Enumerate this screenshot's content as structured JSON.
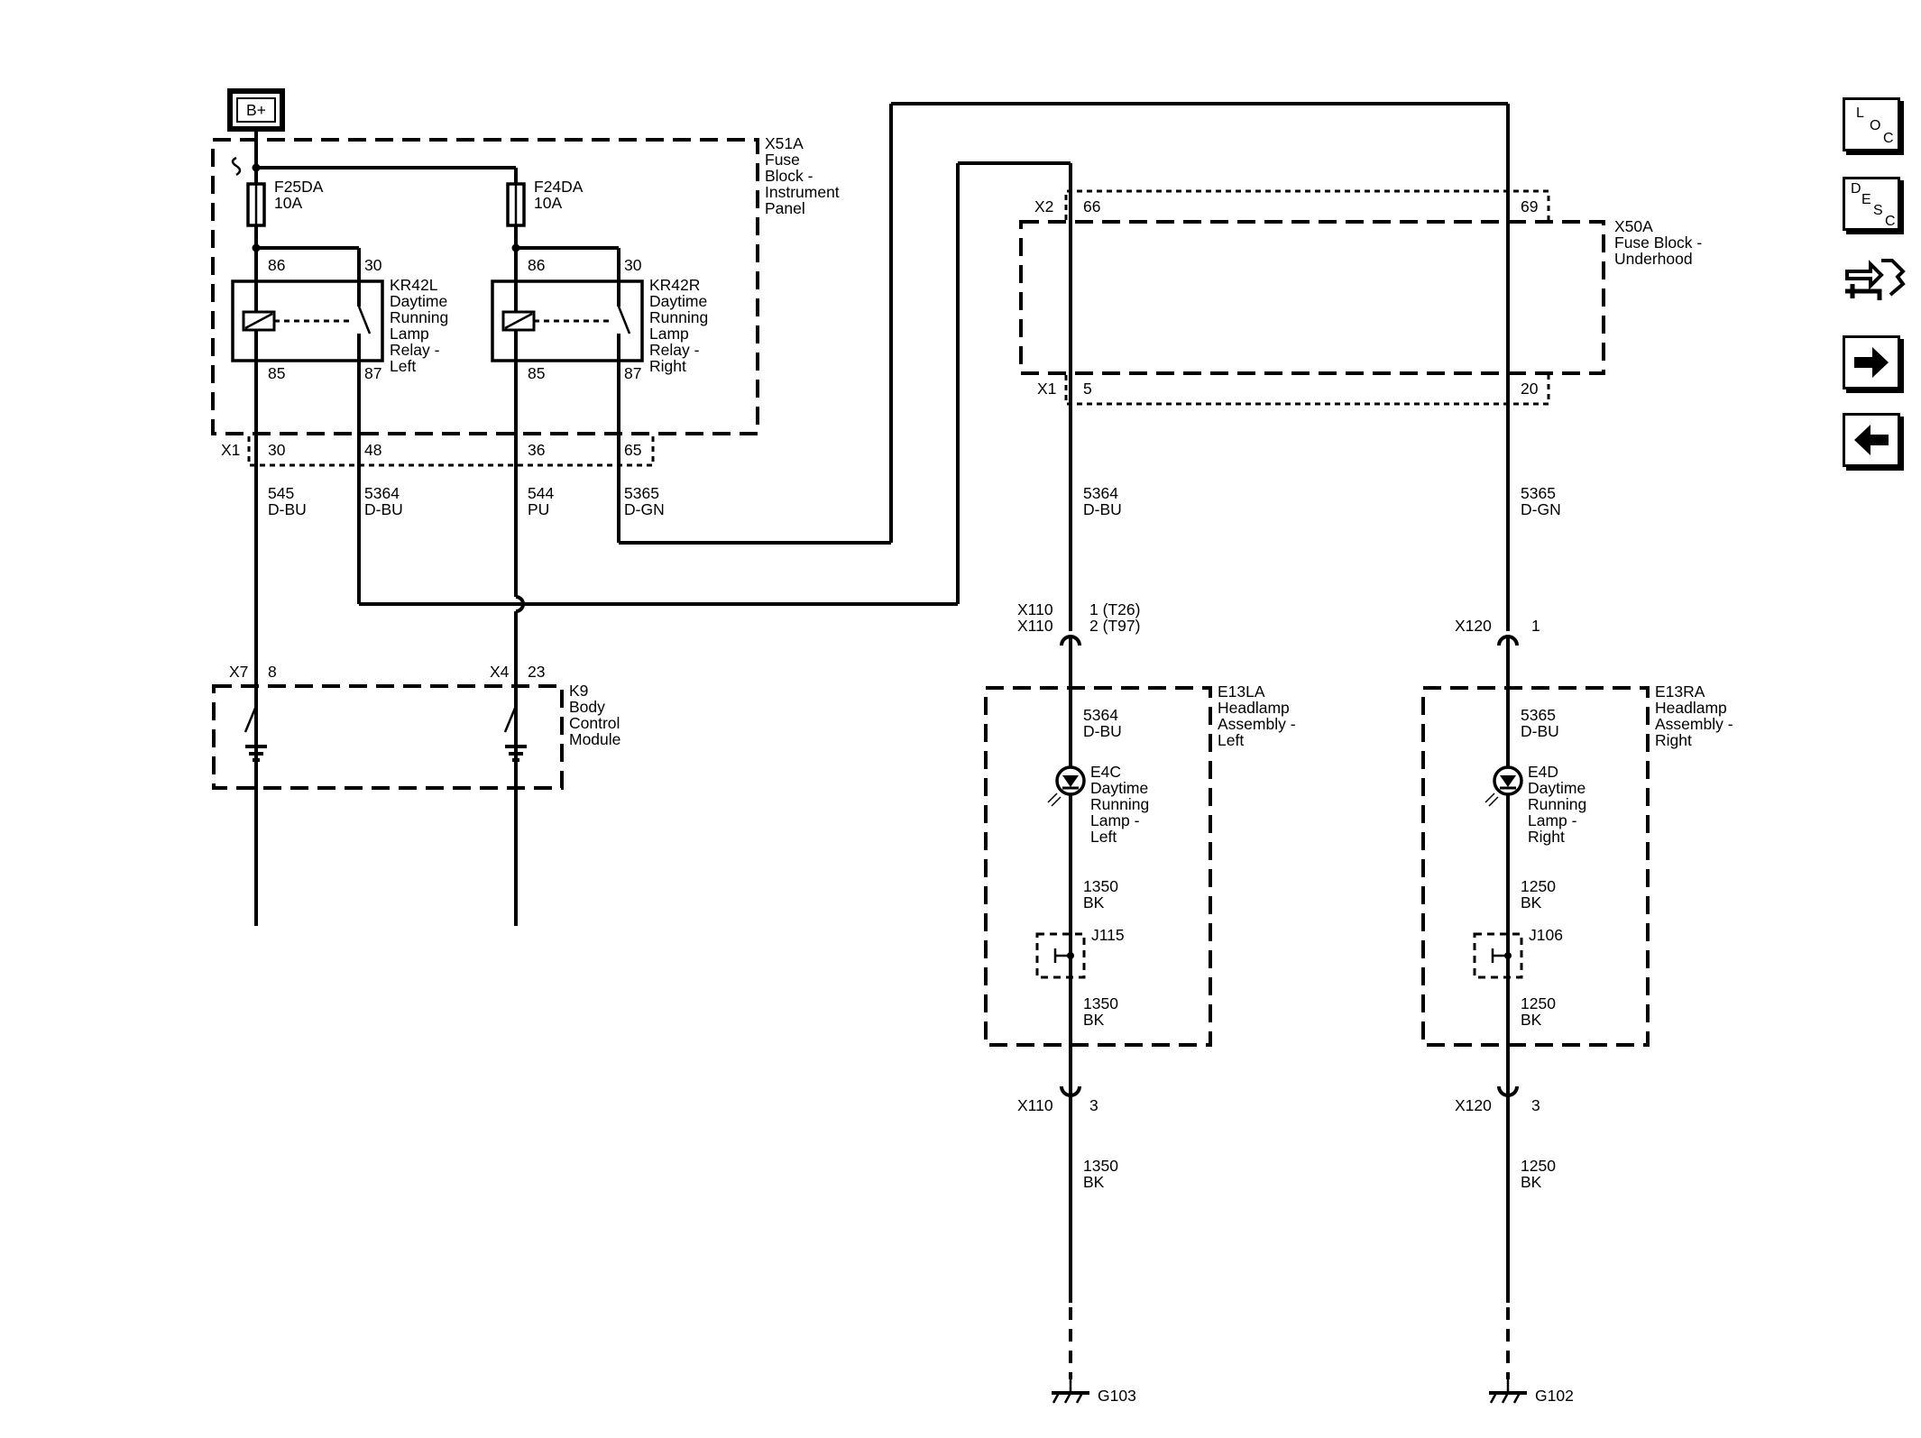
{
  "power": {
    "label": "B+"
  },
  "fuse_block_ip": {
    "id": "X51A",
    "line1": "Fuse",
    "line2": "Block -",
    "line3": "Instrument",
    "line4": "Panel"
  },
  "fuses": [
    {
      "id": "F25DA",
      "rating": "10A"
    },
    {
      "id": "F24DA",
      "rating": "10A"
    }
  ],
  "relay_left": {
    "id": "KR42L",
    "line1": "Daytime",
    "line2": "Running",
    "line3": "Lamp",
    "line4": "Relay -",
    "line5": "Left",
    "pin86": "86",
    "pin30": "30",
    "pin85": "85",
    "pin87": "87"
  },
  "relay_right": {
    "id": "KR42R",
    "line1": "Daytime",
    "line2": "Running",
    "line3": "Lamp",
    "line4": "Relay -",
    "line5": "Right",
    "pin86": "86",
    "pin30": "30",
    "pin85": "85",
    "pin87": "87"
  },
  "x1_ip": {
    "label": "X1",
    "pins": [
      "30",
      "48",
      "36",
      "65"
    ]
  },
  "wires_ip": [
    {
      "circuit": "545",
      "color": "D-BU"
    },
    {
      "circuit": "5364",
      "color": "D-BU"
    },
    {
      "circuit": "544",
      "color": "PU"
    },
    {
      "circuit": "5365",
      "color": "D-GN"
    }
  ],
  "bcm": {
    "id": "K9",
    "line1": "Body",
    "line2": "Control",
    "line3": "Module",
    "conn_left": "X7",
    "pin_left": "8",
    "conn_right": "X4",
    "pin_right": "23"
  },
  "fuse_block_uh": {
    "id": "X50A",
    "line1": "Fuse Block -",
    "line2": "Underhood",
    "x2_label": "X2",
    "x2_pin_left": "66",
    "x2_pin_right": "69",
    "x1_label": "X1",
    "x1_pin_left": "5",
    "x1_pin_right": "20"
  },
  "left_chain": {
    "wire_top": {
      "circuit": "5364",
      "color": "D-BU"
    },
    "conn_a": "X110",
    "conn_a_pin": "1 (T26)",
    "conn_b": "X110",
    "conn_b_pin": "2 (T97)",
    "assembly": {
      "id": "E13LA",
      "line1": "Headlamp",
      "line2": "Assembly -",
      "line3": "Left"
    },
    "wire_in": {
      "circuit": "5364",
      "color": "D-BU"
    },
    "lamp": {
      "id": "E4C",
      "line1": "Daytime",
      "line2": "Running",
      "line3": "Lamp -",
      "line4": "Left"
    },
    "wire_mid": {
      "circuit": "1350",
      "color": "BK"
    },
    "splice": "J115",
    "wire_low": {
      "circuit": "1350",
      "color": "BK"
    },
    "conn_bottom": "X110",
    "conn_bottom_pin": "3",
    "wire_ground": {
      "circuit": "1350",
      "color": "BK"
    },
    "ground": "G103"
  },
  "right_chain": {
    "wire_top": {
      "circuit": "5365",
      "color": "D-GN"
    },
    "conn_a": "X120",
    "conn_a_pin": "1",
    "assembly": {
      "id": "E13RA",
      "line1": "Headlamp",
      "line2": "Assembly -",
      "line3": "Right"
    },
    "wire_in": {
      "circuit": "5365",
      "color": "D-BU"
    },
    "lamp": {
      "id": "E4D",
      "line1": "Daytime",
      "line2": "Running",
      "line3": "Lamp -",
      "line4": "Right"
    },
    "wire_mid": {
      "circuit": "1250",
      "color": "BK"
    },
    "splice": "J106",
    "wire_low": {
      "circuit": "1250",
      "color": "BK"
    },
    "conn_bottom": "X120",
    "conn_bottom_pin": "3",
    "wire_ground": {
      "circuit": "1250",
      "color": "BK"
    },
    "ground": "G102"
  },
  "nav": {
    "loc_letters": [
      "L",
      "O",
      "C"
    ],
    "desc_letters": [
      "D",
      "E",
      "S",
      "C"
    ]
  }
}
